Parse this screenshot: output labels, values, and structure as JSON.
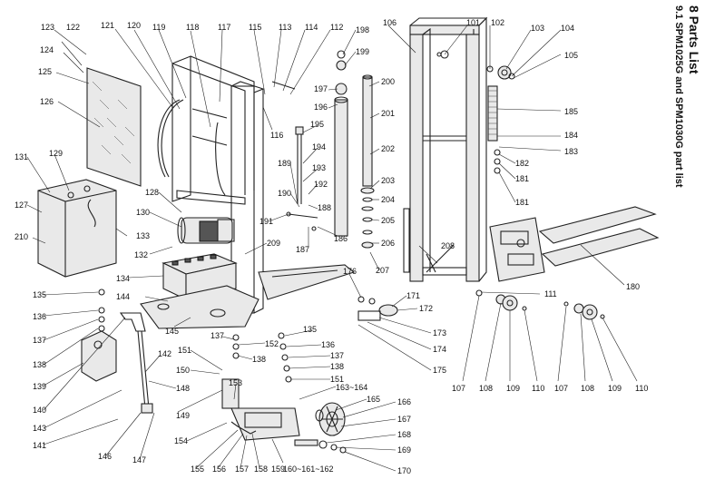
{
  "section_heading": "8   Parts List",
  "sub_heading": "9.1 SPM1025G and SPM1030G part list",
  "part_labels": {
    "p101": "101",
    "p102": "102",
    "p103": "103",
    "p104": "104",
    "p105": "105",
    "p106": "106",
    "p107a": "107",
    "p107b": "107",
    "p108a": "108",
    "p108b": "108",
    "p109a": "109",
    "p109b": "109",
    "p110a": "110",
    "p110b": "110",
    "p111": "111",
    "p112": "112",
    "p113": "113",
    "p114": "114",
    "p115": "115",
    "p116": "116",
    "p117": "117",
    "p118": "118",
    "p119": "119",
    "p120": "120",
    "p121": "121",
    "p122": "122",
    "p123": "123",
    "p124": "124",
    "p125": "125",
    "p126": "126",
    "p127": "127",
    "p128": "128",
    "p129": "129",
    "p130": "130",
    "p131": "131",
    "p132": "132",
    "p133": "133",
    "p134": "134",
    "p135a": "135",
    "p135b": "135",
    "p136a": "136",
    "p136b": "136",
    "p137a": "137",
    "p137b": "137",
    "p137c": "137",
    "p138a": "138",
    "p138b": "138",
    "p138c": "138",
    "p139": "139",
    "p140": "140",
    "p141": "141",
    "p142": "142",
    "p143": "143",
    "p144": "144",
    "p145": "145",
    "p146": "146",
    "p147": "147",
    "p148": "148",
    "p149": "149",
    "p150": "150",
    "p151a": "151",
    "p151b": "151",
    "p152": "152",
    "p153": "153",
    "p154": "154",
    "p155": "155",
    "p156": "156",
    "p157": "157",
    "p158": "158",
    "p159": "159",
    "p160": "160~161~162",
    "p163": "163~164",
    "p165": "165",
    "p166": "166",
    "p167": "167",
    "p168": "168",
    "p169": "169",
    "p170": "170",
    "p171": "171",
    "p172": "172",
    "p173": "173",
    "p174": "174",
    "p175": "175",
    "p176": "176",
    "p180": "180",
    "p181a": "181",
    "p181b": "181",
    "p182": "182",
    "p183": "183",
    "p184": "184",
    "p185": "185",
    "p186": "186",
    "p187": "187",
    "p188": "188",
    "p189": "189",
    "p190": "190",
    "p191": "191",
    "p192": "192",
    "p193": "193",
    "p194": "194",
    "p195": "195",
    "p196": "196",
    "p197": "197",
    "p198": "198",
    "p199": "199",
    "p200": "200",
    "p201": "201",
    "p202": "202",
    "p203": "203",
    "p204": "204",
    "p205": "205",
    "p206": "206",
    "p207": "207",
    "p208": "208",
    "p209": "209",
    "p210": "210"
  }
}
